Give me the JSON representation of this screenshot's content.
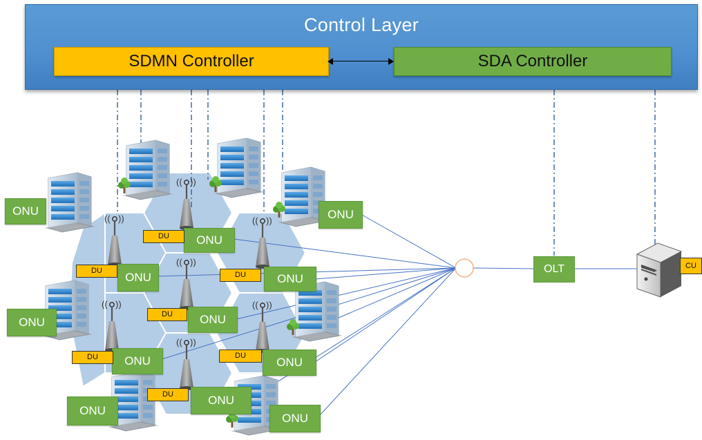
{
  "control_layer": {
    "title": "Control Layer",
    "sdmn_label": "SDMN Controller",
    "sda_label": "SDA Controller"
  },
  "olt_label": "OLT",
  "cu_label": "CU",
  "onu_label": "ONU",
  "du_label": "DU",
  "colors": {
    "control_blue": "#5b9bd5",
    "sdmn_yellow": "#ffc000",
    "sda_green": "#70ad47",
    "cell_blue": "#b4cde6",
    "link_blue": "#4472c4",
    "splitter_orange": "#f4b183"
  },
  "icons": [
    "building-icon",
    "antenna-tower-icon",
    "server-icon",
    "splitter-icon",
    "tree-icon"
  ]
}
